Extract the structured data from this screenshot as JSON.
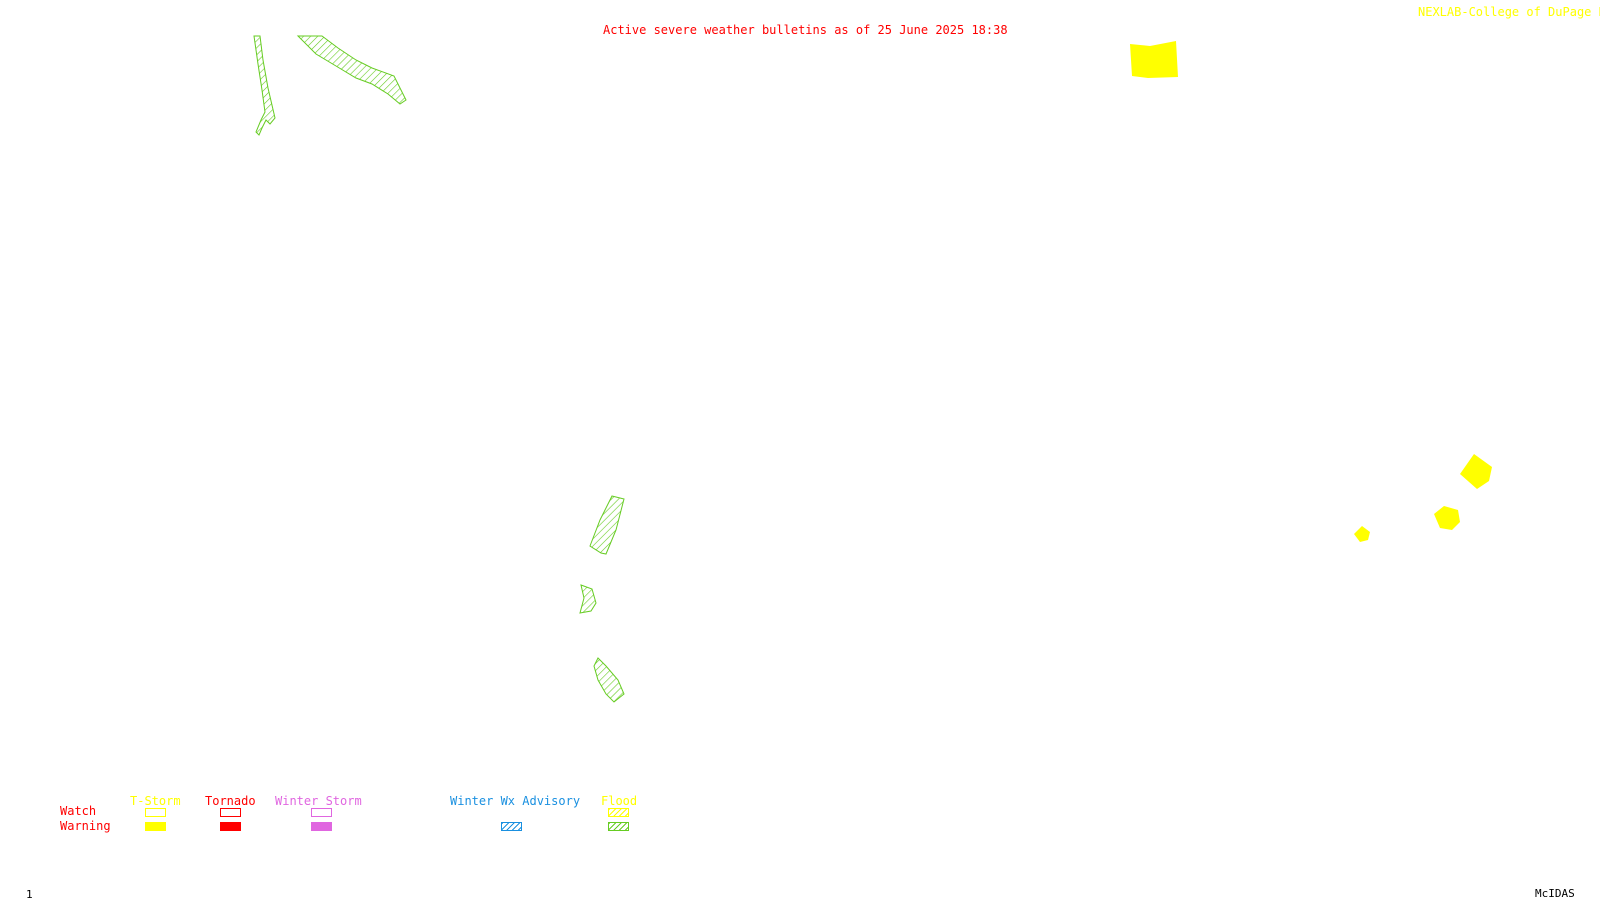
{
  "header": {
    "title": "Active severe weather bulletins as of 25 June 2025 18:38",
    "credit": "NEXLAB-College of DuPage R"
  },
  "footer": {
    "frame_number": "1",
    "software": "McIDAS"
  },
  "legend": {
    "rows": {
      "watch": "Watch",
      "warning": "Warning"
    },
    "categories": [
      {
        "key": "tstorm",
        "label": "T-Storm",
        "color": "#ffff00",
        "watch_style": "outline",
        "warning_style": "solid"
      },
      {
        "key": "tornado",
        "label": "Tornado",
        "color": "#ff0000",
        "watch_style": "outline",
        "warning_style": "solid"
      },
      {
        "key": "winter_storm",
        "label": "Winter Storm",
        "color": "#e066e0",
        "watch_style": "outline",
        "warning_style": "solid"
      },
      {
        "key": "winter_wx_advisory",
        "label": "Winter Wx Advisory",
        "color": "#1a90e0",
        "warning_style": "hatched"
      },
      {
        "key": "flood",
        "label": "Flood",
        "color": "#ffff00",
        "flood_color": "#66cc22",
        "watch_style": "hatched",
        "warning_style": "hatched"
      }
    ]
  },
  "colors": {
    "tstorm_warning": "#ffff00",
    "flood_warning": "#66cc22",
    "title": "#ff0000",
    "credit": "#ffff00"
  }
}
